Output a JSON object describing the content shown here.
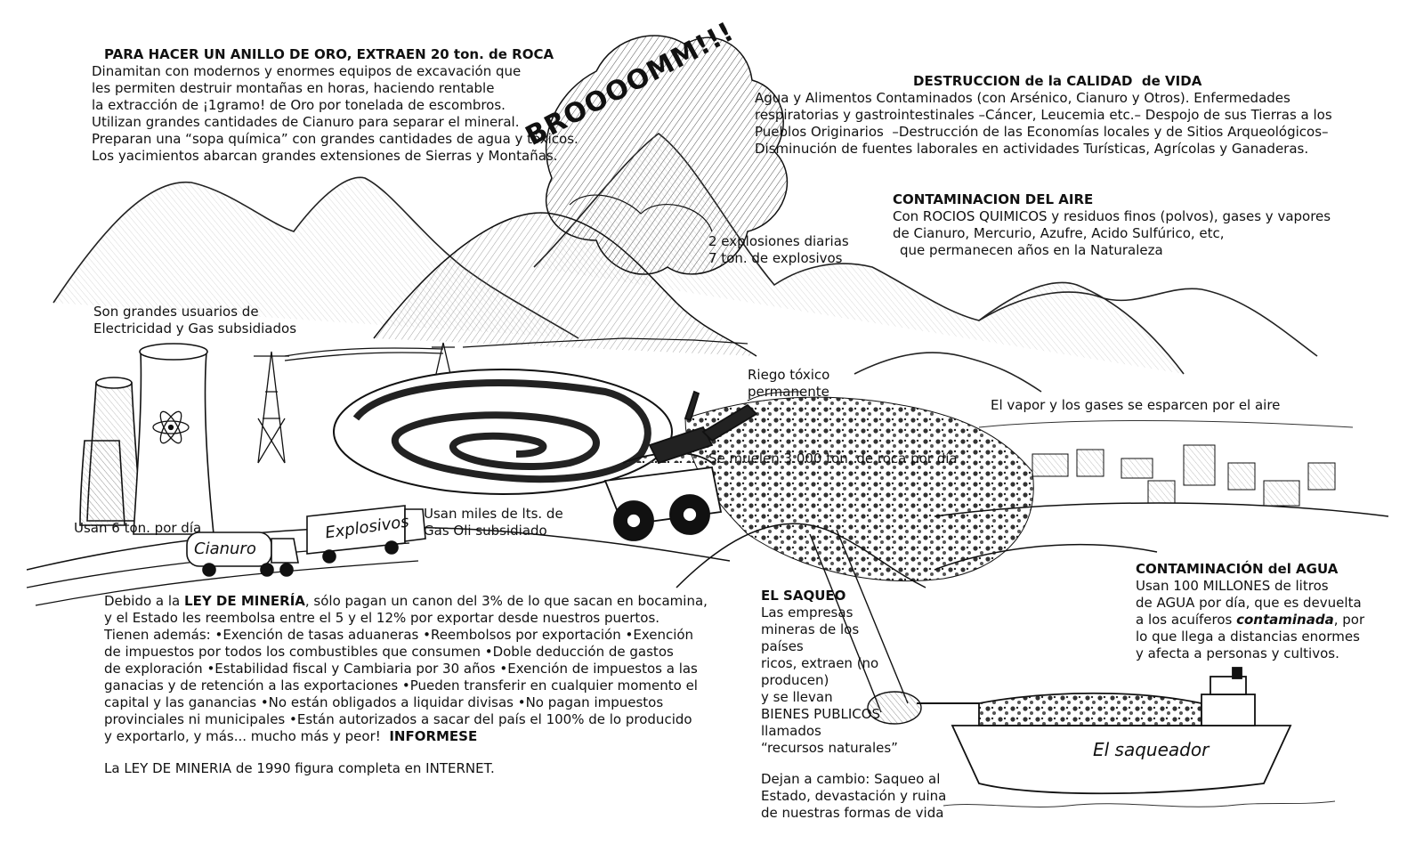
{
  "gold_ring": {
    "title": "PARA HACER UN ANILLO DE ORO, EXTRAEN 20 ton. de ROCA",
    "lines": [
      "Dinamitan con modernos y enormes equipos de excavación que",
      "les permiten destruir montañas en horas, haciendo rentable",
      "la extracción de ¡1gramo! de Oro por tonelada de escombros.",
      "Utilizan grandes cantidades de Cianuro para separar el mineral.",
      "Preparan una “sopa química” con grandes cantidades de agua y tóxicos.",
      "Los yacimientos abarcan grandes extensiones de Sierras y Montañas."
    ]
  },
  "explosion": {
    "sound": "BROOOOMM!!!",
    "caption_1": "2 explosiones diarias",
    "caption_2": "7 ton. de explosivos"
  },
  "life_quality": {
    "title": "DESTRUCCION de la CALIDAD  de VIDA",
    "lines": [
      "Agua y Alimentos Contaminados (con Arsénico, Cianuro y Otros). Enfermedades",
      "respiratorias y gastrointestinales –Cáncer, Leucemia etc.– Despojo de sus Tierras a los",
      "Pueblos Originarios  –Destrucción de las Economías locales y de Sitios Arqueológicos–",
      "Disminución de fuentes laborales en actividades Turísticas, Agrícolas y Ganaderas."
    ]
  },
  "air": {
    "title": "CONTAMINACION DEL AIRE",
    "lines": [
      "Con ROCIOS QUIMICOS y residuos finos (polvos), gases y vapores",
      "de Cianuro, Mercurio, Azufre, Acido Sulfúrico, etc,",
      "que permanecen años en la Naturaleza"
    ]
  },
  "electricity": {
    "line_1": "Son grandes usuarios de",
    "line_2": "Electricidad y Gas subsidiados"
  },
  "toxic_irrigation": {
    "line_1": "Riego tóxico",
    "line_2": "permanente"
  },
  "vapor": "El vapor y los gases se esparcen por el aire",
  "grinding": "Se muelen 3.000 ton. de roca por día",
  "cyanide_use": "Usan 6 ton. por día",
  "trucks": {
    "cyanide": "Cianuro",
    "explosives": "Explosivos"
  },
  "fuel": {
    "line_1": "Usan miles de lts. de",
    "line_2": "Gas Oli subsidiado"
  },
  "mining_law": {
    "lines": [
      [
        "Debido a la ",
        "LEY DE MINERÍA",
        ", sólo pagan un canon del 3% de lo que sacan en bocamina,"
      ],
      [
        "y el Estado les reembolsa entre el 5 y el 12% por exportar desde nuestros puertos."
      ],
      [
        "Tienen además: •Exención de tasas aduaneras •Reembolsos por exportación •Exención"
      ],
      [
        "de impuestos por todos los combustibles que consumen •Doble deducción de gastos"
      ],
      [
        "de exploración •Estabilidad fiscal y Cambiaria por 30 años •Exención de impuestos a las"
      ],
      [
        "ganacias y de retención a las exportaciones •Pueden transferir en cualquier momento el"
      ],
      [
        "capital y las ganancias •No están obligados a liquidar divisas •No pagan impuestos"
      ],
      [
        "provinciales ni municipales •Están autorizados a sacar del país el 100% de lo producido"
      ],
      [
        "y exportarlo, y más... mucho más y peor!  ",
        "INFORMESE",
        ""
      ]
    ],
    "footer": "La LEY DE MINERIA de 1990 figura completa en INTERNET."
  },
  "looting": {
    "title": "EL SAQUEO",
    "lines": [
      "Las empresas",
      "mineras de los",
      "países",
      "ricos, extraen (no",
      "producen)",
      "y se llevan",
      "BIENES PUBLICOS",
      "llamados",
      "“recursos naturales”"
    ],
    "exchange": [
      "Dejan a cambio: Saqueo al",
      "Estado, devastación y ruina",
      "de nuestras formas de vida"
    ]
  },
  "water": {
    "title": "CONTAMINACIÓN del AGUA",
    "line_1": "Usan 100 MILLONES de litros",
    "line_2": "de AGUA por día, que es devuelta",
    "line_3a": "a los acuíferos ",
    "line_3b": "contaminada",
    "line_3c": ", por",
    "line_4": "lo que llega a distancias enormes",
    "line_5": "y afecta a personas y cultivos."
  },
  "ship": {
    "name": "El saqueador"
  }
}
